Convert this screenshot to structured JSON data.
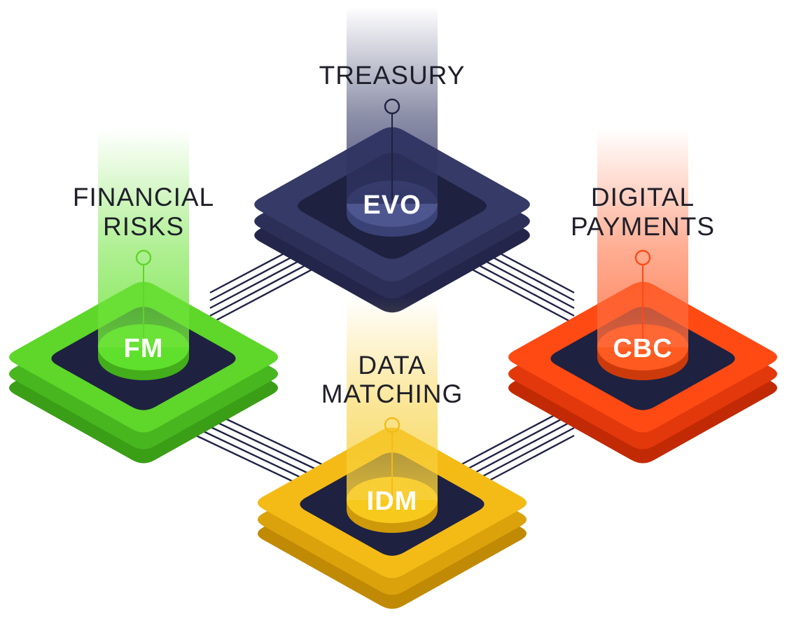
{
  "colors": {
    "connector": "#1f2147",
    "platform_inner": "#1e2140",
    "label_text": "#1f1f2a"
  },
  "modules": [
    {
      "id": "treasury",
      "code": "EVO",
      "label_lines": [
        "TREASURY"
      ],
      "colors": {
        "top": "#363a66",
        "side": "#23264a",
        "side2": "#2c2f57",
        "disc": "#4e5690",
        "disc_side": "#3a4175",
        "beam": "#2f3462",
        "pin": "#1e2140"
      }
    },
    {
      "id": "financial-risks",
      "code": "FM",
      "label_lines": [
        "FINANCIAL",
        "RISKS"
      ],
      "colors": {
        "top": "#5ed62a",
        "side": "#3a9e17",
        "side2": "#48b61f",
        "disc": "#5fe02c",
        "disc_side": "#44ad1b",
        "beam": "#6ee33a",
        "pin": "#5ed62a"
      }
    },
    {
      "id": "digital-payments",
      "code": "CBC",
      "label_lines": [
        "DIGITAL",
        "PAYMENTS"
      ],
      "colors": {
        "top": "#ff4a14",
        "side": "#c22a05",
        "side2": "#e2380b",
        "disc": "#ff5a1f",
        "disc_side": "#cc3a0c",
        "beam": "#ff6a3a",
        "pin": "#ff4a14"
      }
    },
    {
      "id": "data-matching",
      "code": "IDM",
      "label_lines": [
        "DATA",
        "MATCHING"
      ],
      "colors": {
        "top": "#f4bb17",
        "side": "#c18a05",
        "side2": "#dba20c",
        "disc": "#f7c91c",
        "disc_side": "#cf9a0a",
        "beam": "#f7cf3a",
        "pin": "#f4bb17"
      }
    }
  ]
}
